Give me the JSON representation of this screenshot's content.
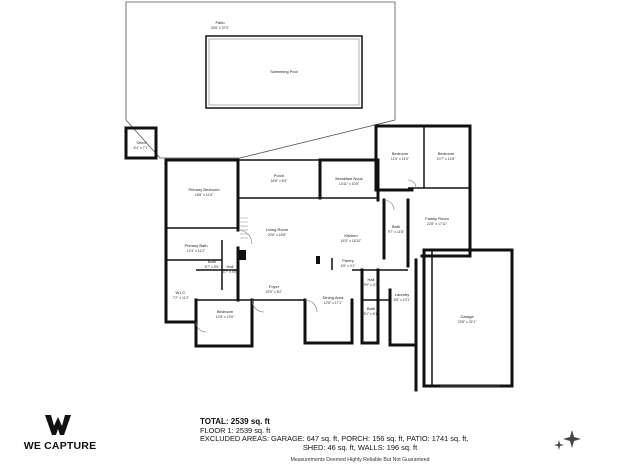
{
  "rooms": {
    "patio": {
      "name": "Patio",
      "dim": "33'6\" x 37'0\""
    },
    "pool": {
      "name": "Swimming Pool"
    },
    "shed": {
      "name": "Shed",
      "dim": "6'4\" x 7'1\""
    },
    "porch": {
      "name": "Porch",
      "dim": "18'8\" x 8'4\""
    },
    "primary_bedroom": {
      "name": "Primary Bedroom",
      "dim": "18'8\" x 11'6\""
    },
    "primary_bath": {
      "name": "Primary Bath",
      "dim": "12'4\" x 11'2\""
    },
    "living_room": {
      "name": "Living Room",
      "dim": "20'6\" x 18'8\""
    },
    "breakfast_nook": {
      "name": "Breakfast Nook",
      "dim": "13'11\" x 10'8\""
    },
    "bedroom_a": {
      "name": "Bedroom",
      "dim": "11'6\" x 14'0\""
    },
    "bedroom_b": {
      "name": "Bedroom",
      "dim": "10'7\" x 14'8\""
    },
    "family_room": {
      "name": "Family Room",
      "dim": "22'8\" x 17'11\""
    },
    "bath_ne": {
      "name": "Bath",
      "dim": "9'7\" x 11'8\""
    },
    "kitchen": {
      "name": "Kitchen",
      "dim": "16'3\" x 16'10\""
    },
    "pantry": {
      "name": "Pantry",
      "dim": "4'5\" x 4'1\""
    },
    "hall_n": {
      "name": "Hall",
      "dim": "9'9\" x 4'3\""
    },
    "bath_w": {
      "name": "Bath",
      "dim": "5'7\" x 8'5\""
    },
    "hall_w": {
      "name": "Hall",
      "dim": "3'7\" x 4'5\""
    },
    "wic": {
      "name": "W.I.C.",
      "dim": "7'2\" x 11'2\""
    },
    "bedroom_sw": {
      "name": "Bedroom",
      "dim": "12'8\" x 13'0\""
    },
    "foyer": {
      "name": "Foyer",
      "dim": "19'5\" x 8'2\""
    },
    "dining": {
      "name": "Dining Area",
      "dim": "12'8\" x 17'1\""
    },
    "bath_s": {
      "name": "Bath",
      "dim": "8'1\" x 6'1\""
    },
    "laundry": {
      "name": "Laundry",
      "dim": "6'8\" x 10'1\""
    },
    "garage": {
      "name": "Garage",
      "dim": "23'8\" x 32'1\""
    }
  },
  "summary": {
    "total": "TOTAL: 2539 sq. ft",
    "floor": "FLOOR 1: 2539 sq. ft",
    "excluded": "EXCLUDED AREAS: GARAGE: 647 sq. ft, PORCH: 156 sq. ft, PATIO: 1741 sq. ft,",
    "shed_walls": "SHED: 46 sq. ft, WALLS: 196 sq. ft",
    "disclaimer": "Measurements Deemed Highly Reliable But Not Guaranteed"
  },
  "brand": {
    "name": "WE CAPTURE"
  }
}
